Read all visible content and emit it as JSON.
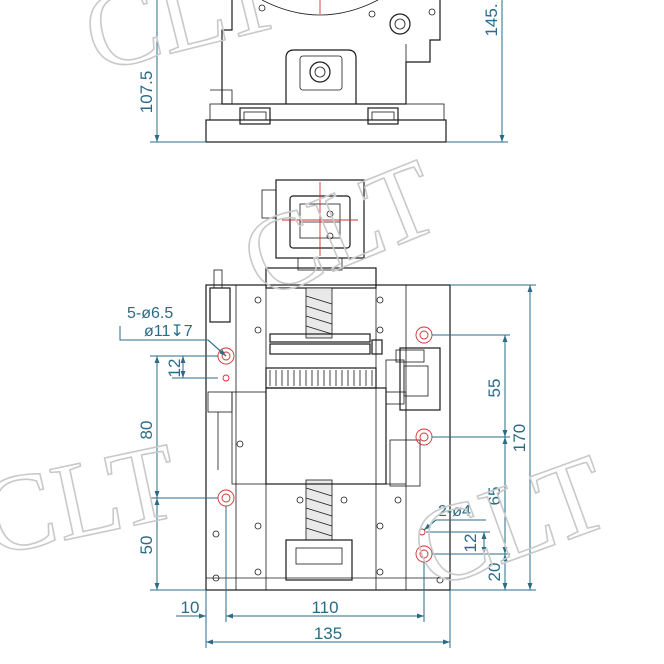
{
  "watermark": "CLT",
  "top_view": {
    "dims": {
      "height_a": "107.5",
      "height_b": "145."
    }
  },
  "front_view": {
    "callouts": {
      "holes_large_count": "5-ø6.5",
      "holes_large_cbore": "ø11↧7",
      "holes_small": "2-ø4"
    },
    "dims": {
      "left_12": "12",
      "left_80": "80",
      "left_50": "50",
      "right_55": "55",
      "right_65": "65",
      "right_20": "20",
      "right_12": "12",
      "overall_170": "170",
      "bottom_10": "10",
      "bottom_110": "110",
      "bottom_135": "135"
    }
  },
  "colors": {
    "outline": "#1a1a1a",
    "dimension": "#2a6b86",
    "centerline": "#d13030",
    "watermark": "#c9c9c9"
  }
}
